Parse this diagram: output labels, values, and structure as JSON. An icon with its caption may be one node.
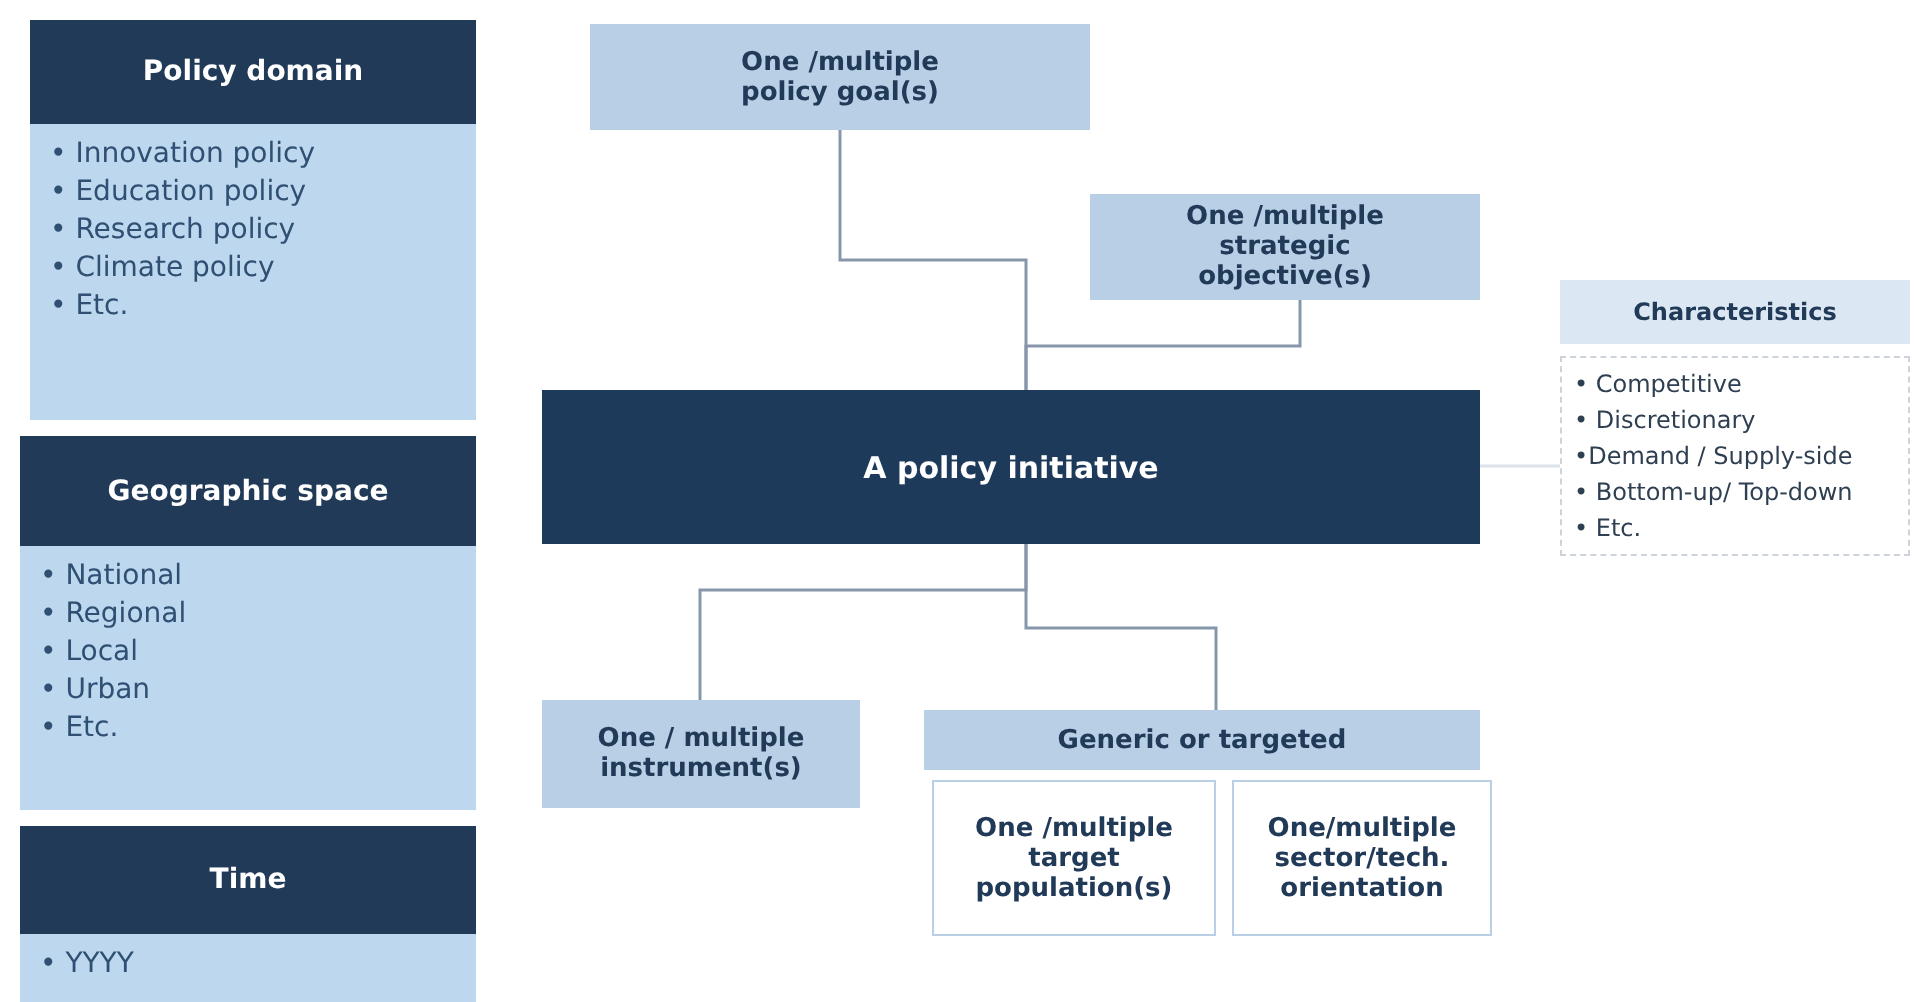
{
  "diagram": {
    "nodes": [
      {
        "text": [
          "Policy domain",
          "• Innovation policy",
          "• Education policy",
          "• Research policy",
          "• Climate policy",
          "• Etc."
        ]
      },
      {
        "text": [
          "Geographic space",
          "• National",
          "• Regional",
          "• Local",
          "• Urban",
          "• Etc."
        ]
      },
      {
        "text": [
          "Time",
          "• YYYY"
        ]
      },
      {
        "text": [
          "One /multiple policy goal(s)"
        ]
      },
      {
        "text": [
          "One /multiple strategic objective(s)"
        ]
      },
      {
        "text": [
          "A policy initiative"
        ]
      },
      {
        "text": [
          "Characteristics",
          "• Competitive",
          "• Discretionary",
          "•Demand / Supply-side",
          "• Bottom-up/ Top-down",
          "• Etc."
        ]
      },
      {
        "text": [
          "One / multiple instrument(s)"
        ]
      },
      {
        "text": [
          "Generic or targeted"
        ]
      },
      {
        "text": [
          "One /multiple target population(s)"
        ]
      },
      {
        "text": [
          "One/multiple sector/tech. orientation"
        ]
      }
    ],
    "edges": [
      {
        "from": 3,
        "to": 5,
        "arrow": "none"
      },
      {
        "from": 4,
        "to": 5,
        "arrow": "none"
      },
      {
        "from": 5,
        "to": 7,
        "arrow": "none"
      },
      {
        "from": 5,
        "to": 8,
        "arrow": "none"
      },
      {
        "from": 5,
        "to": 6,
        "arrow": "none",
        "color": "#dde3ea"
      }
    ]
  }
}
